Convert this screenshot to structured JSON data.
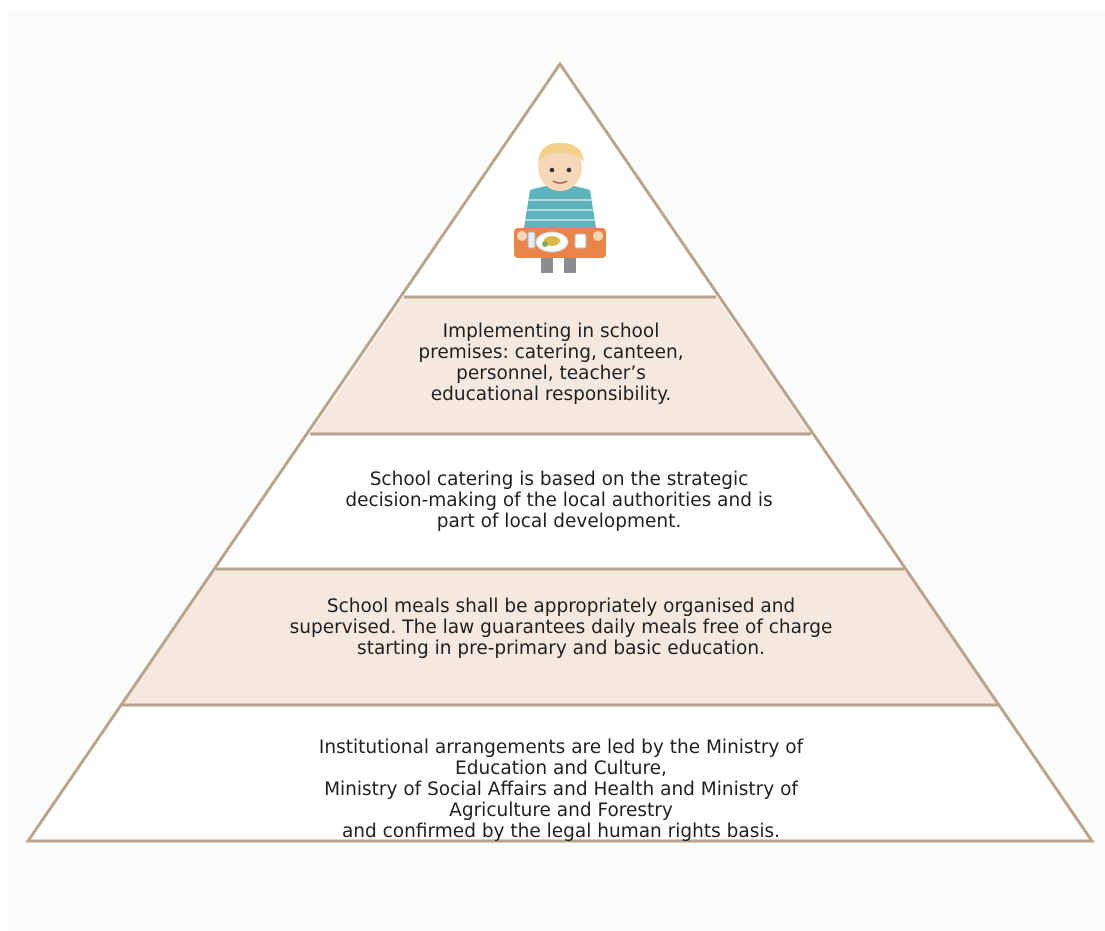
{
  "colors": {
    "outline": "#b6a48d",
    "shaded_band": "#f4e8df",
    "plain_band": "#ffffff",
    "text": "#1f1f1f"
  },
  "apex": {
    "illustration": "child-with-meal-tray-icon"
  },
  "levels": [
    {
      "text": "Implementing in school\npremises: catering, canteen,\npersonnel, teacher’s\neducational responsibility.",
      "fill": "shaded"
    },
    {
      "text": "School catering is based on the strategic\ndecision-making of the local authorities and is\npart of local development.",
      "fill": "plain"
    },
    {
      "text": "School meals shall be appropriately organised and\nsupervised. The law guarantees daily meals free of charge\nstarting in pre-primary and basic education.",
      "fill": "shaded"
    },
    {
      "text": "Institutional arrangements are led by the Ministry of Education and Culture,\nMinistry of Social Affairs and Health and Ministry of Agriculture and Forestry\nand confirmed by the legal human rights basis.",
      "fill": "plain"
    }
  ]
}
